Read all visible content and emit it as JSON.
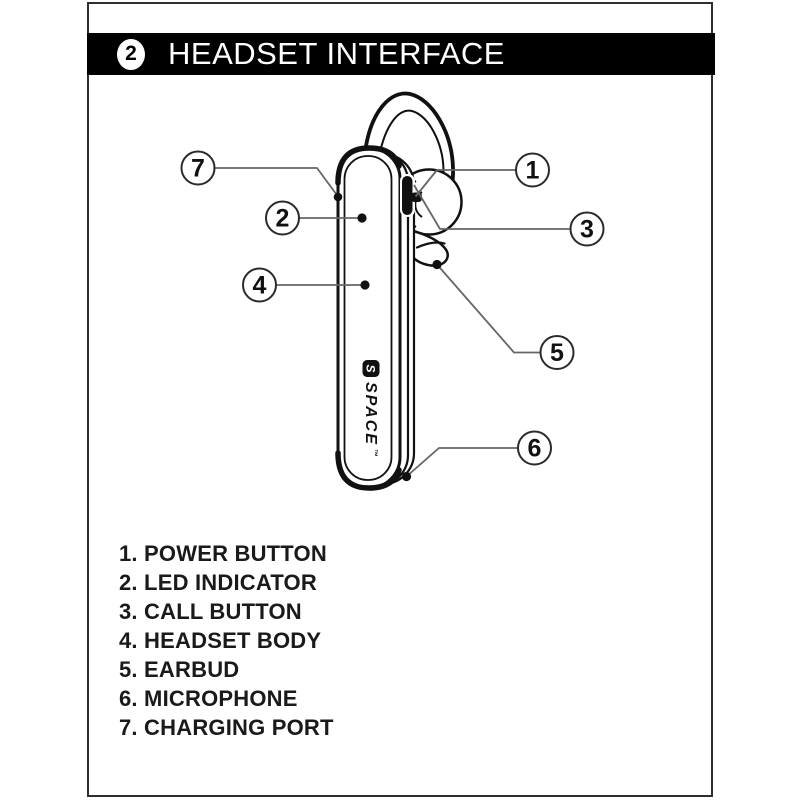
{
  "header": {
    "badge_number": "2",
    "title": "HEADSET INTERFACE"
  },
  "device": {
    "brand_badge_letter": "S",
    "brand_name": "SPACE",
    "trademark": "™"
  },
  "callouts": [
    {
      "num": "1",
      "label": "POWER BUTTON",
      "legend_text": "1. POWER BUTTON"
    },
    {
      "num": "2",
      "label": "LED INDICATOR",
      "legend_text": "2. LED INDICATOR"
    },
    {
      "num": "3",
      "label": "CALL BUTTON",
      "legend_text": "3. CALL BUTTON"
    },
    {
      "num": "4",
      "label": "HEADSET BODY",
      "legend_text": "4. HEADSET BODY"
    },
    {
      "num": "5",
      "label": "EARBUD",
      "legend_text": "5. EARBUD"
    },
    {
      "num": "6",
      "label": "MICROPHONE",
      "legend_text": "6. MICROPHONE"
    },
    {
      "num": "7",
      "label": "CHARGING PORT",
      "legend_text": "7. CHARGING PORT"
    }
  ],
  "colors": {
    "header_bg": "#000000",
    "header_text": "#ffffff",
    "page_bg": "#ffffff",
    "outline": "#111111",
    "leader_line": "#666666",
    "text": "#1a1a1a"
  }
}
